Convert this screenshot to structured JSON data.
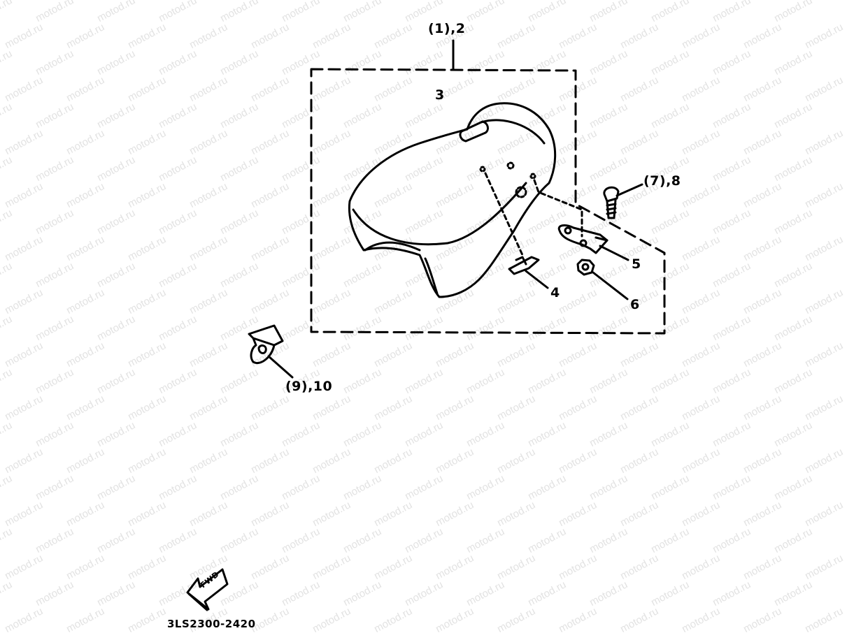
{
  "watermark": {
    "text": "motod.ru",
    "color": "#e2e2e2"
  },
  "diagram": {
    "callouts": {
      "assembly": "(1),2",
      "part_3": "3",
      "part_4": "4",
      "part_5": "5",
      "part_6": "6",
      "bolt": "(7),8",
      "clip": "(9),10"
    },
    "fwd_label": "FWD",
    "drawing_code": "3LS2300-2420"
  }
}
